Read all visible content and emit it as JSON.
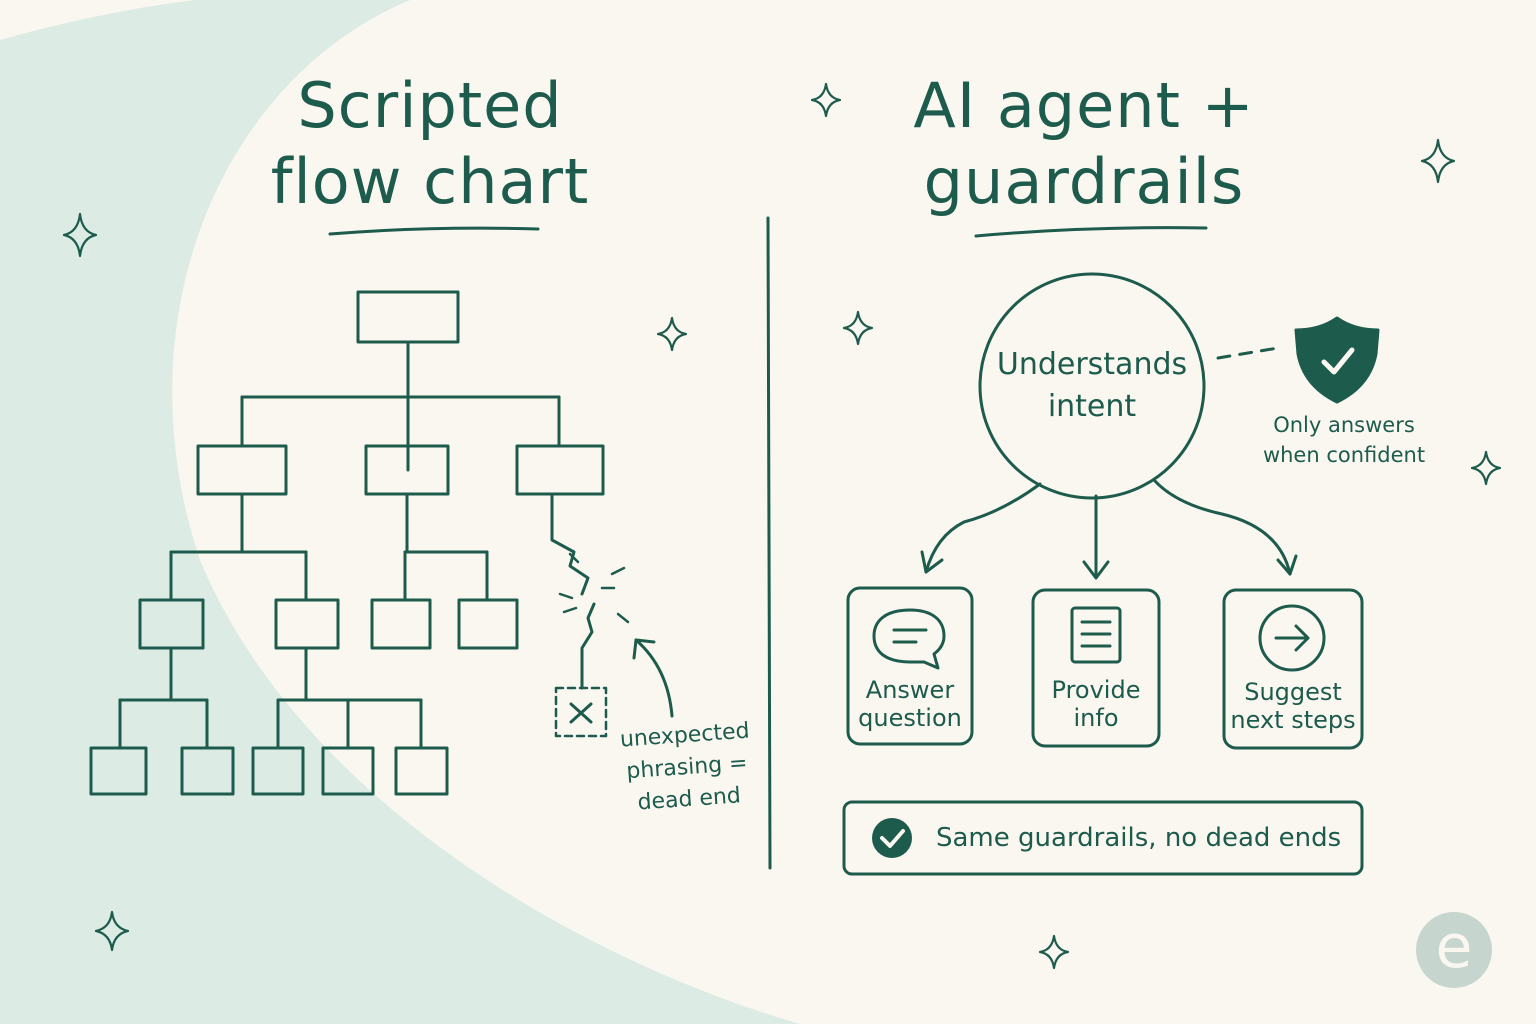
{
  "left": {
    "title_line1": "Scripted",
    "title_line2": "flow chart",
    "dead_end_icon": "x-icon",
    "note_line1": "unexpected",
    "note_line2": "phrasing =",
    "note_line3": "dead end"
  },
  "right": {
    "title_line1": "AI agent +",
    "title_line2": "guardrails",
    "intent_line1": "Understands",
    "intent_line2": "intent",
    "shield_icon": "shield-check-icon",
    "confidence_line1": "Only answers",
    "confidence_line2": "when confident",
    "options": [
      {
        "icon": "chat-bubble-icon",
        "line1": "Answer",
        "line2": "question"
      },
      {
        "icon": "document-icon",
        "line1": "Provide",
        "line2": "info"
      },
      {
        "icon": "arrow-circle-icon",
        "line1": "Suggest",
        "line2": "next steps"
      }
    ],
    "banner_icon": "check-circle-icon",
    "banner_text": "Same guardrails, no dead ends"
  },
  "watermark_icon": "e-logo-icon",
  "colors": {
    "ink": "#1d5b4c",
    "background": "#faf7f1",
    "accent_band": "#dcece5",
    "watermark": "#c6d6cf"
  }
}
